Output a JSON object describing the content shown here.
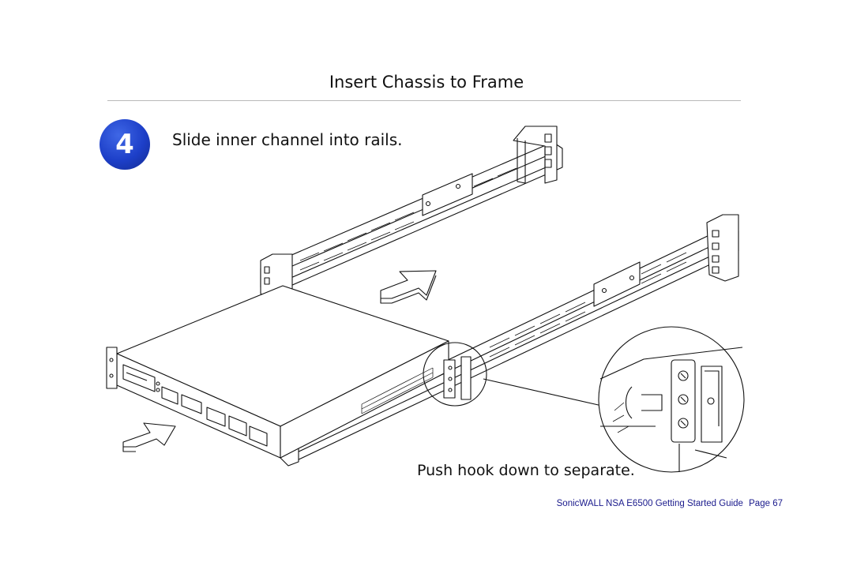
{
  "page": {
    "title": "Insert Chassis to Frame"
  },
  "step": {
    "number": "4",
    "instruction": "Slide inner channel into rails.",
    "detail_instruction": "Push hook down to separate."
  },
  "footer": {
    "guide": "SonicWALL NSA E6500 Getting Started Guide",
    "page_label": "Page 67"
  }
}
